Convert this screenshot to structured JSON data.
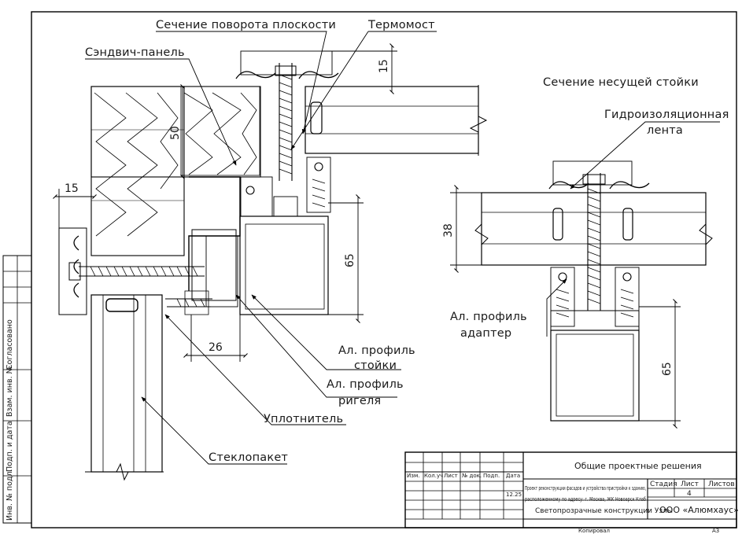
{
  "labels": {
    "section_turn": "Сечение поворота плоскости",
    "thermal_break": "Термомост",
    "sandwich_panel": "Сэндвич-панель",
    "section_mullion": "Сечение несущей стойки",
    "waterproof_1": "Гидроизоляционная",
    "waterproof_2": "лента",
    "al_profile_mullion_1": "Ал. профиль",
    "al_profile_mullion_2": "стойки",
    "al_profile_transom_1": "Ал. профиль",
    "al_profile_transom_2": "ригеля",
    "al_profile_adapter_1": "Ал. профиль",
    "al_profile_adapter_2": "адаптер",
    "seal": "Уплотнитель",
    "glazing_unit": "Стеклопакет"
  },
  "dimensions": {
    "d15_top": "15",
    "d50": "50",
    "d15_left": "15",
    "d65_left": "65",
    "d26": "26",
    "d38": "38",
    "d65_right": "65"
  },
  "side_stamp": {
    "agreed": "Согласовано",
    "replaced_inv": "Взам. инв. №",
    "sign_date": "Подп. и дата",
    "inv_original": "Инв. № подл."
  },
  "title_block": {
    "headers": [
      "Изм.",
      "Кол.уч",
      "Лист",
      "№ док.",
      "Подп.",
      "Дата"
    ],
    "date": "12.25",
    "main_title": "Общие проектные решения",
    "project_line1": "Проект реконструкции фасадов и устройства пристройки к зданию, ",
    "project_line2": "расположенному по адресу: г. Москва, ЖК Новоарск Клаб",
    "drawing_name": "Светопрозрачные конструкции Узлы",
    "stage_h": "Стадия",
    "sheet_h": "Лист",
    "sheets_h": "Листов",
    "sheet_no": "4",
    "company": "ООО «Алюмхаус»",
    "copied": "Копировал",
    "format": "А3"
  }
}
